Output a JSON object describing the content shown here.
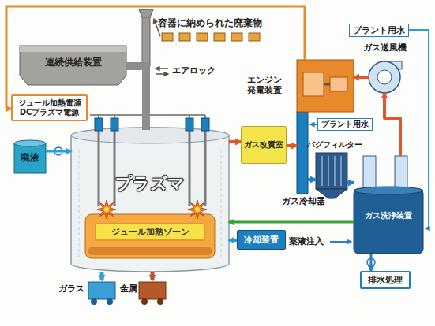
{
  "diagram": {
    "nodes": [
      {
        "text": [
          "連続供給装置"
        ]
      },
      {
        "text": [
          "ジュール加熱電源 DCプラズマ電源"
        ]
      },
      {
        "text": [
          "廃液"
        ]
      },
      {
        "text": [
          "プラズマ"
        ]
      },
      {
        "text": [
          "ジュール加熱ゾーン"
        ],
        "in": 3
      },
      {
        "text": [
          "ガス改質室"
        ]
      },
      {
        "text": [
          "ガス冷却器"
        ]
      },
      {
        "text": [
          "バグフィルター"
        ]
      },
      {
        "text": [
          "ガス洗浄装置"
        ]
      },
      {
        "text": [
          "ガス送風機"
        ]
      },
      {
        "text": [
          "エンジン発電装置"
        ]
      },
      {
        "text": [
          "冷却装置"
        ]
      },
      {
        "text": [
          "ガラス"
        ]
      },
      {
        "text": [
          "金属"
        ]
      },
      {
        "text": [
          "排水処理"
        ]
      }
    ],
    "edges": [
      {
        "from": 0,
        "to": 3,
        "arrow": "none"
      },
      {
        "from": 2,
        "to": 3,
        "arrow": "to"
      },
      {
        "from": 10,
        "to": 1,
        "arrow": "to"
      },
      {
        "from": 3,
        "to": 5,
        "arrow": "to"
      },
      {
        "from": 5,
        "to": 6,
        "arrow": "to"
      },
      {
        "from": 6,
        "to": 7,
        "arrow": "to"
      },
      {
        "from": 7,
        "to": 8,
        "arrow": "to"
      },
      {
        "from": 8,
        "to": 9,
        "arrow": "to"
      },
      {
        "from": 9,
        "to": 10,
        "arrow": "to"
      },
      {
        "from": 8,
        "to": 3,
        "arrow": "to"
      },
      {
        "from": 11,
        "to": 3,
        "arrow": "to"
      },
      {
        "from": 3,
        "to": 12,
        "arrow": "to"
      },
      {
        "from": 3,
        "to": 13,
        "arrow": "to"
      },
      {
        "from": 8,
        "to": 14,
        "arrow": "to"
      }
    ],
    "labels": [
      "容器に納められた廃棄物",
      "エアロック",
      "プラント用水",
      "プラント用水",
      "薬液注入"
    ]
  }
}
